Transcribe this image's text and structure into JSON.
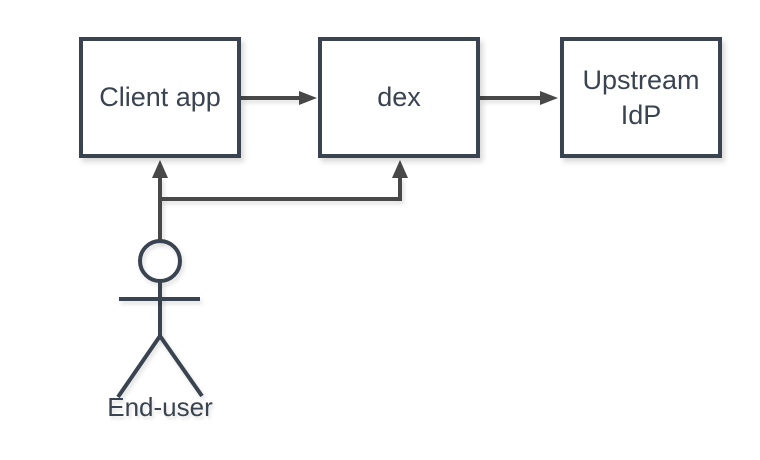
{
  "diagram": {
    "type": "flow-diagram",
    "colors": {
      "background": "#ffffff",
      "node_border": "#3a4450",
      "node_fill": "#ffffff",
      "node_text": "#3a4450",
      "connector": "#484848",
      "actor": "#3a4450"
    },
    "nodes": [
      {
        "id": "client-app",
        "label": "Client app"
      },
      {
        "id": "dex",
        "label": "dex"
      },
      {
        "id": "upstream-idp",
        "label": "Upstream IdP"
      }
    ],
    "actor": {
      "id": "end-user",
      "label": "End-user"
    },
    "connections": [
      {
        "from": "client-app",
        "to": "dex",
        "style": "arrow-right"
      },
      {
        "from": "dex",
        "to": "upstream-idp",
        "style": "arrow-right"
      },
      {
        "from": "end-user",
        "to": "client-app",
        "style": "arrow-up"
      },
      {
        "from": "end-user",
        "to": "dex",
        "style": "arrow-up-branch"
      }
    ]
  }
}
